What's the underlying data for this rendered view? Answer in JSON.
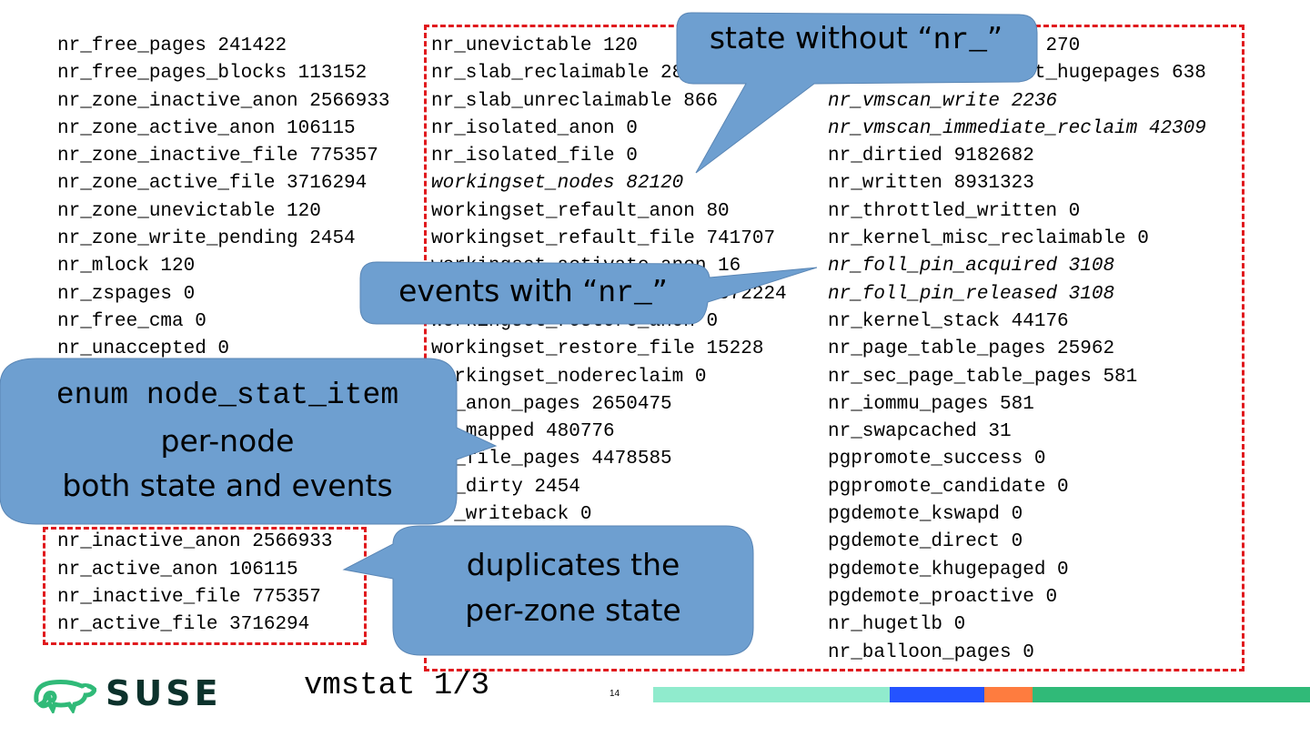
{
  "col1": [
    {
      "t": "nr_free_pages 241422"
    },
    {
      "t": "nr_free_pages_blocks 113152"
    },
    {
      "t": "nr_zone_inactive_anon 2566933"
    },
    {
      "t": "nr_zone_active_anon 106115"
    },
    {
      "t": "nr_zone_inactive_file 775357"
    },
    {
      "t": "nr_zone_active_file 3716294"
    },
    {
      "t": "nr_zone_unevictable 120"
    },
    {
      "t": "nr_zone_write_pending 2454"
    },
    {
      "t": "nr_mlock 120"
    },
    {
      "t": "nr_zspages 0"
    },
    {
      "t": "nr_free_cma 0"
    },
    {
      "t": "nr_unaccepted 0"
    },
    {
      "t": ""
    },
    {
      "t": ""
    },
    {
      "t": ""
    },
    {
      "t": ""
    },
    {
      "t": ""
    },
    {
      "t": ""
    },
    {
      "t": "nr_inactive_anon 2566933"
    },
    {
      "t": "nr_active_anon 106115"
    },
    {
      "t": "nr_inactive_file 775357"
    },
    {
      "t": "nr_active_file 3716294"
    }
  ],
  "col2": [
    {
      "t": "nr_unevictable 120"
    },
    {
      "t": "nr_slab_reclaimable 283"
    },
    {
      "t": "nr_slab_unreclaimable 866"
    },
    {
      "t": "nr_isolated_anon 0"
    },
    {
      "t": "nr_isolated_file 0"
    },
    {
      "t": "workingset_nodes 82120",
      "i": true
    },
    {
      "t": "workingset_refault_anon 80"
    },
    {
      "t": "workingset_refault_file 741707"
    },
    {
      "t": "workingset_activate_anon 16"
    },
    {
      "t": "workingset_activate_file 372224"
    },
    {
      "t": "workingset_restore_anon 0"
    },
    {
      "t": "workingset_restore_file 15228"
    },
    {
      "t": "workingset_nodereclaim 0"
    },
    {
      "t": "nr_anon_pages 2650475"
    },
    {
      "t": "nr_mapped 480776"
    },
    {
      "t": "nr_file_pages 4478585"
    },
    {
      "t": "nr_dirty 2454"
    },
    {
      "t": "nr_writeback 0"
    }
  ],
  "col3": [
    {
      "t": "nr_shmem_pmdmapped 270"
    },
    {
      "t": "nr_anon_transparent_hugepages 638"
    },
    {
      "t": "nr_vmscan_write 2236",
      "i": true
    },
    {
      "t": "nr_vmscan_immediate_reclaim 42309",
      "i": true
    },
    {
      "t": "nr_dirtied 9182682"
    },
    {
      "t": "nr_written 8931323"
    },
    {
      "t": "nr_throttled_written 0"
    },
    {
      "t": "nr_kernel_misc_reclaimable 0"
    },
    {
      "t": "nr_foll_pin_acquired 3108",
      "i": true
    },
    {
      "t": "nr_foll_pin_released 3108",
      "i": true
    },
    {
      "t": "nr_kernel_stack 44176"
    },
    {
      "t": "nr_page_table_pages 25962"
    },
    {
      "t": "nr_sec_page_table_pages 581"
    },
    {
      "t": "nr_iommu_pages 581"
    },
    {
      "t": "nr_swapcached 31"
    },
    {
      "t": "pgpromote_success 0"
    },
    {
      "t": "pgpromote_candidate 0"
    },
    {
      "t": "pgdemote_kswapd 0"
    },
    {
      "t": "pgdemote_direct 0"
    },
    {
      "t": "pgdemote_khugepaged 0"
    },
    {
      "t": "pgdemote_proactive 0"
    },
    {
      "t": "nr_hugetlb 0"
    },
    {
      "t": "nr_balloon_pages 0"
    }
  ],
  "callouts": {
    "state": {
      "prefix": "state without “",
      "code": "nr_",
      "suffix": "”"
    },
    "events": {
      "prefix": "events with “",
      "code": "nr_",
      "suffix": "”"
    },
    "enum": {
      "line1": "enum node_stat_item",
      "line2": "per-node",
      "line3": "both state and events"
    },
    "dup": {
      "line1": "duplicates the",
      "line2": "per-zone state"
    }
  },
  "footer": {
    "title": "vmstat 1/3",
    "page": "14",
    "logo": "SUSE"
  },
  "colors": {
    "callout": "#6e9fd0",
    "box": "#e0191d",
    "logo": "#30ba78",
    "bar1": "#90ebcd",
    "bar2": "#2453ff",
    "bar3": "#fe7c3f",
    "bar4": "#30ba78"
  }
}
